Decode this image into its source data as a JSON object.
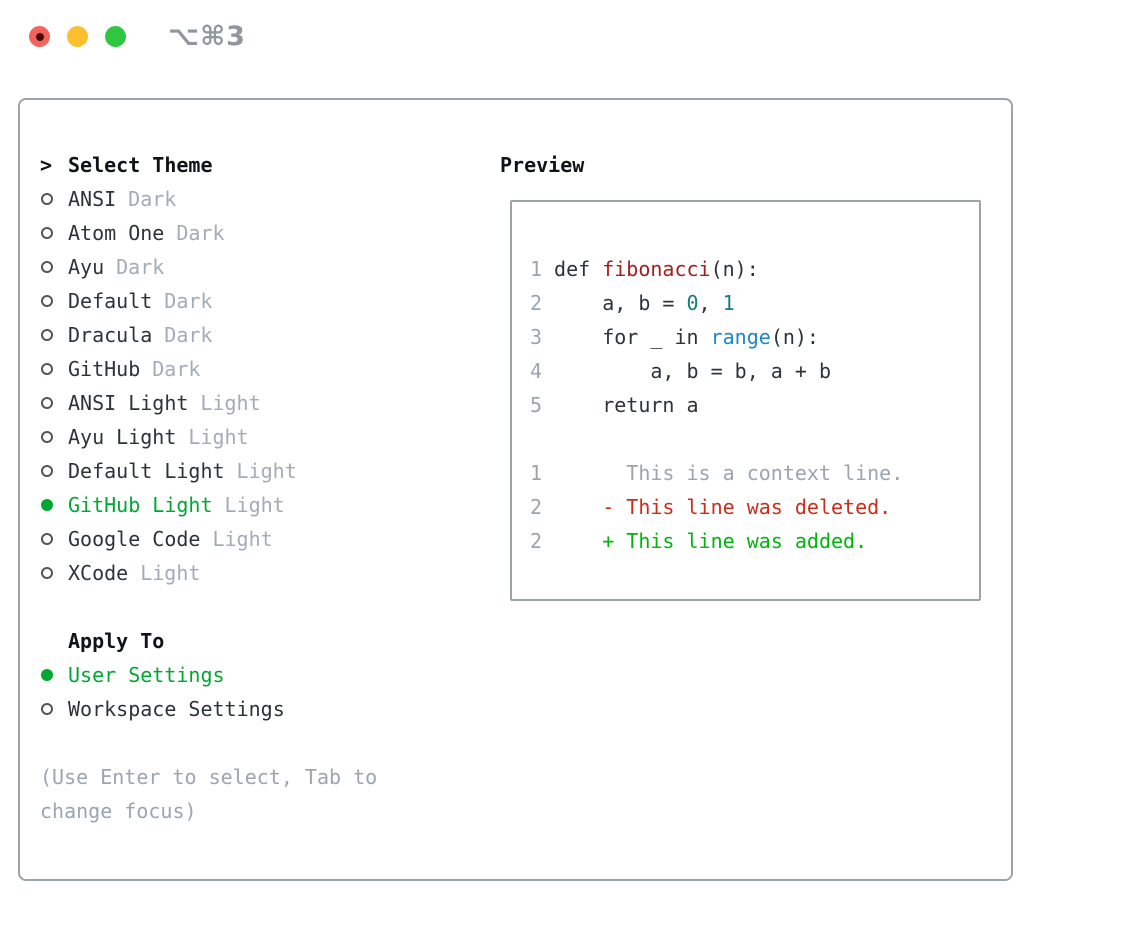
{
  "window": {
    "title": "⌥⌘3",
    "traffic_lights": [
      {
        "name": "close",
        "color": "#f2635c"
      },
      {
        "name": "minimize",
        "color": "#fcc02e"
      },
      {
        "name": "zoom",
        "color": "#2fc741"
      }
    ]
  },
  "sidebar": {
    "header": {
      "pointer": ">",
      "label": "Select Theme"
    },
    "themes": [
      {
        "name": "ANSI",
        "tag": "Dark",
        "selected": false
      },
      {
        "name": "Atom One",
        "tag": "Dark",
        "selected": false
      },
      {
        "name": "Ayu",
        "tag": "Dark",
        "selected": false
      },
      {
        "name": "Default",
        "tag": "Dark",
        "selected": false
      },
      {
        "name": "Dracula",
        "tag": "Dark",
        "selected": false
      },
      {
        "name": "GitHub",
        "tag": "Dark",
        "selected": false
      },
      {
        "name": "ANSI Light",
        "tag": "Light",
        "selected": false
      },
      {
        "name": "Ayu Light",
        "tag": "Light",
        "selected": false
      },
      {
        "name": "Default Light",
        "tag": "Light",
        "selected": false
      },
      {
        "name": "GitHub Light",
        "tag": "Light",
        "selected": true
      },
      {
        "name": "Google Code",
        "tag": "Light",
        "selected": false
      },
      {
        "name": "XCode",
        "tag": "Light",
        "selected": false
      }
    ],
    "apply_to": {
      "label": "Apply To",
      "options": [
        {
          "label": "User Settings",
          "selected": true
        },
        {
          "label": "Workspace Settings",
          "selected": false
        }
      ]
    },
    "footer_hint": "(Use Enter to select, Tab to change focus)"
  },
  "preview": {
    "title": "Preview",
    "code_lines": [
      {
        "num": "1",
        "segments": [
          {
            "t": "def ",
            "s": "t"
          },
          {
            "t": "fibonacci",
            "s": "fn"
          },
          {
            "t": "(n):",
            "s": "t"
          }
        ]
      },
      {
        "num": "2",
        "segments": [
          {
            "t": "    a, b = ",
            "s": "t"
          },
          {
            "t": "0",
            "s": "nm"
          },
          {
            "t": ", ",
            "s": "t"
          },
          {
            "t": "1",
            "s": "nm"
          }
        ]
      },
      {
        "num": "3",
        "segments": [
          {
            "t": "    for _ in ",
            "s": "t"
          },
          {
            "t": "range",
            "s": "bi"
          },
          {
            "t": "(n):",
            "s": "t"
          }
        ]
      },
      {
        "num": "4",
        "segments": [
          {
            "t": "        a, b = b, a + b",
            "s": "t"
          }
        ]
      },
      {
        "num": "5",
        "segments": [
          {
            "t": "    return a",
            "s": "t"
          }
        ]
      }
    ],
    "diff_lines": [
      {
        "num": "1",
        "text": "      This is a context line.",
        "type": "ctx"
      },
      {
        "num": "2",
        "text": "    - This line was deleted.",
        "type": "del"
      },
      {
        "num": "2",
        "text": "    + This line was added.",
        "type": "add"
      }
    ]
  },
  "colors": {
    "accent_green": "#00a832",
    "diff_added": "#00b50c",
    "diff_deleted": "#cb2d1b",
    "function_red": "#a41e1f",
    "number_teal": "#0e7f86",
    "builtin_blue": "#1e86c8",
    "muted_gray": "#9aa5b1",
    "text": "#2d333b",
    "border_gray": "#9ba3ad",
    "titlebar_gray": "#8f969e"
  }
}
